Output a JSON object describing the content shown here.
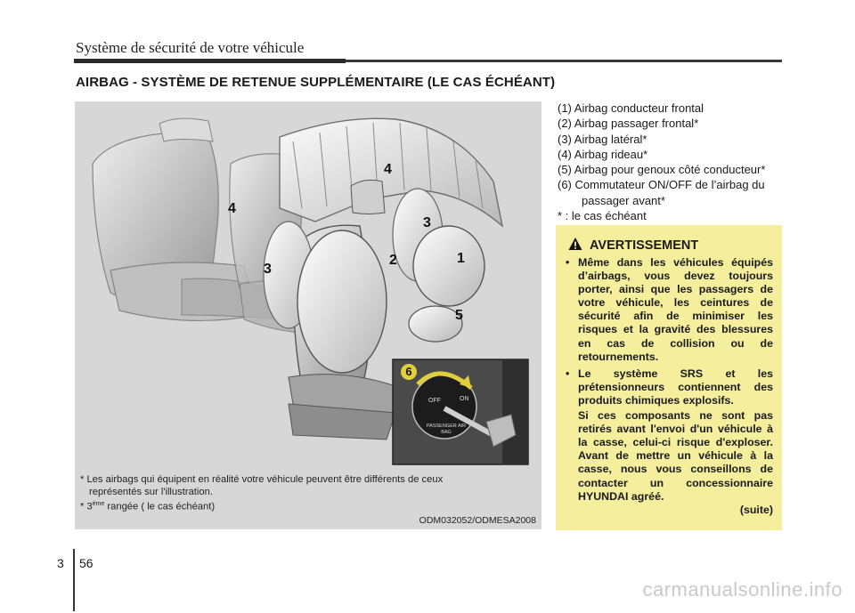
{
  "header": {
    "title": "Système de sécurité de votre véhicule"
  },
  "section": {
    "title": "AIRBAG - SYSTÈME DE RETENUE SUPPLÉMENTAIRE (LE CAS ÉCHÉANT)"
  },
  "figure": {
    "callouts": [
      "4",
      "4",
      "3",
      "3",
      "2",
      "1",
      "5",
      "6"
    ],
    "switch_labels": {
      "off": "OFF",
      "on": "ON",
      "name": "PASSENGER AIR BAG"
    },
    "note1_line1": "*  Les airbags qui équipent en réalité votre véhicule peuvent être différents de ceux",
    "note1_line2": "représentés sur l'illustration.",
    "note2_prefix": "* 3",
    "note2_sup": "ème",
    "note2_suffix": " rangée ( le cas échéant)",
    "code": "ODM032052/ODMESA2008"
  },
  "legend": {
    "items": [
      "(1) Airbag conducteur frontal",
      "(2) Airbag passager frontal*",
      "(3) Airbag latéral*",
      "(4) Airbag rideau*",
      "(5) Airbag pour genoux côté conducteur*",
      "(6) Commutateur ON/OFF de l’airbag du passager avant*",
      "* : le cas échéant"
    ]
  },
  "warning": {
    "title": "AVERTISSEMENT",
    "bullet1": "Même dans les véhicules équipés d’airbags, vous devez toujours porter, ainsi que les passagers de votre véhicule, les ceintures de sécurité afin de minimiser les risques et la gravité des blessures en cas de collision ou de retournements.",
    "bullet2": "Le système SRS et les prétensionneurs contiennent des produits chimiques explosifs.",
    "bullet2_cont": "Si ces composants ne sont pas retirés avant l'envoi d'un véhicule à la casse, celui-ci risque d'exploser. Avant de mettre un véhicule à la casse, nous vous conseillons de contacter un concessionnaire HYUNDAI agréé.",
    "suite": "(suite)"
  },
  "footer": {
    "chapter": "3",
    "page": "56",
    "watermark": "carmanualsonline.info"
  }
}
